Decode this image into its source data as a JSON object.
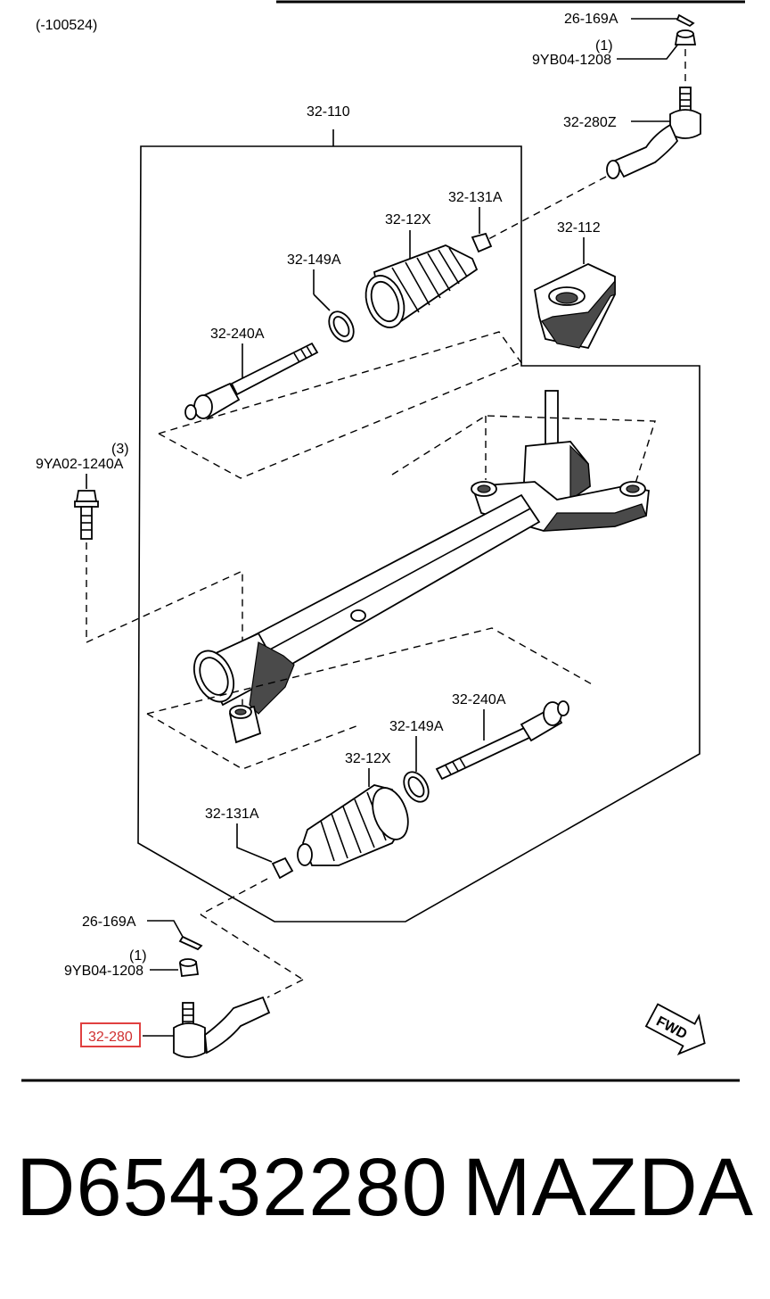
{
  "diagram": {
    "serial_range": "(-100524)",
    "labels": {
      "cotter_pin_top": "26-169A",
      "qty_nut_top": "(1)",
      "nut_top": "9YB04-1208",
      "tie_rod_end_right": "32-280Z",
      "gear_assembly": "32-110",
      "nut_left_top": "32-131A",
      "boot_top": "32-12X",
      "clip_top": "32-149A",
      "mount_rubber": "32-112",
      "tie_rod_top": "32-240A",
      "qty_bolt": "(3)",
      "bolt": "9YA02-1240A",
      "tie_rod_bottom": "32-240A",
      "clip_bottom": "32-149A",
      "boot_bottom": "32-12X",
      "nut_left_bottom": "32-131A",
      "cotter_pin_bottom": "26-169A",
      "qty_nut_bottom": "(1)",
      "nut_bottom": "9YB04-1208",
      "tie_rod_end_left": "32-280",
      "fwd": "FWD"
    }
  },
  "footer": {
    "part_number": "D65432280",
    "brand": "MAZDA"
  }
}
